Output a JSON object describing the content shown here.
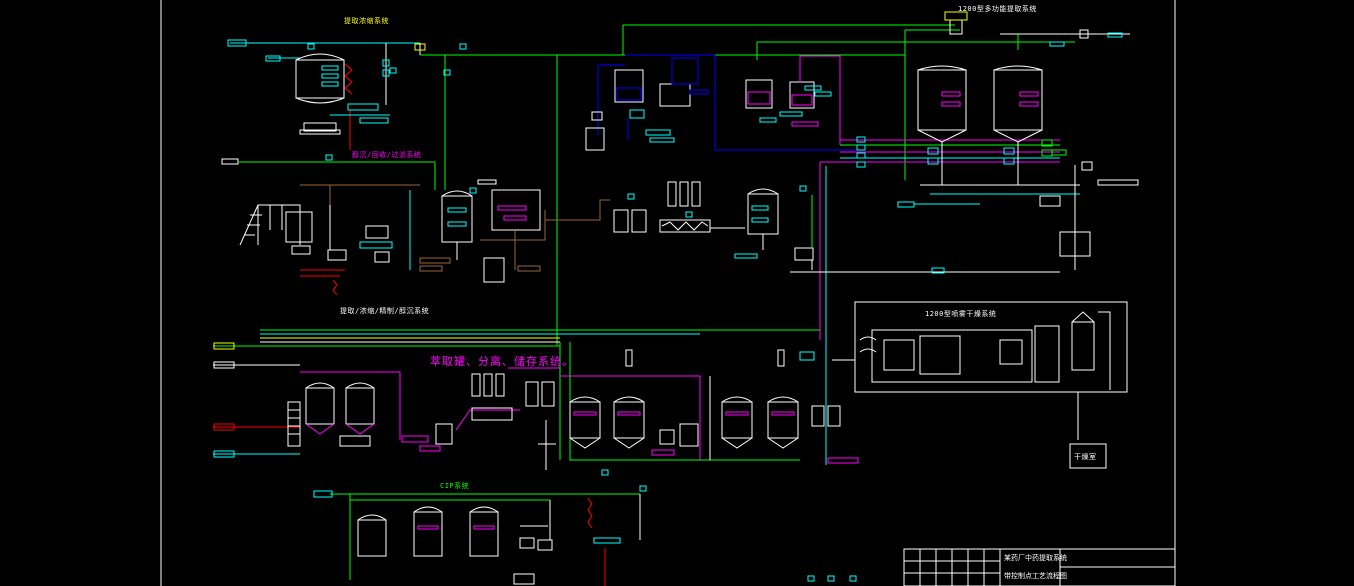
{
  "drawing": {
    "background": "#000000",
    "frame_color": "#ffffff",
    "colors": {
      "green": "#00ff00",
      "cyan": "#00ffff",
      "magenta": "#ff00ff",
      "yellow": "#ffff00",
      "white": "#ffffff",
      "red": "#ff0000",
      "blue": "#0000ff",
      "brown": "#996633",
      "lightgreen": "#80ff80"
    }
  },
  "labels": {
    "section_top_left": "提取浓缩系统",
    "section_left_under": "醇沉/回收/过滤系统",
    "section_mid_left": "提取/浓缩/精制/醇沉系统",
    "section_top_right": "1200型多功能提取系统",
    "section_center": "萃取罐、分离、储存系统。",
    "section_bottom": "CIP系统",
    "section_right_box": "1200型喷雾干燥系统",
    "box_label": "干燥室"
  },
  "title_block": {
    "line1": "某药厂中药提取系统",
    "line2": "带控制点工艺流程图"
  }
}
